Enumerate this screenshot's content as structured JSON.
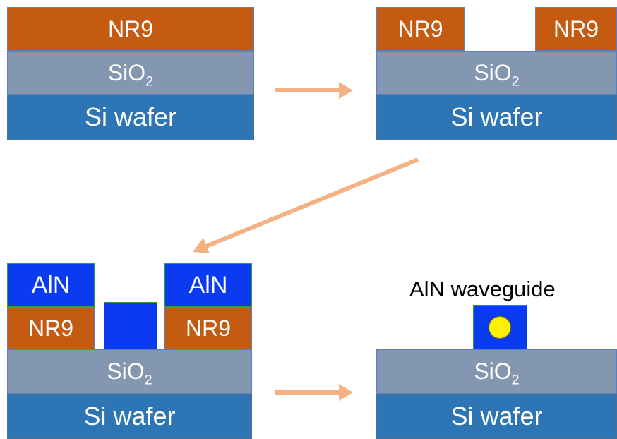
{
  "labels": {
    "nr9": "NR9",
    "sio2_main": "SiO",
    "sio2_sub": "2",
    "si_wafer": "Si wafer",
    "aln": "AlN",
    "aln_waveguide": "AlN waveguide"
  },
  "colors": {
    "nr9": "#c55a11",
    "sio2": "#8497b0",
    "si_wafer": "#2e75b6",
    "aln": "#0b3bf0",
    "waveguide_core": "#ffef00",
    "arrow": "#f4b183"
  }
}
